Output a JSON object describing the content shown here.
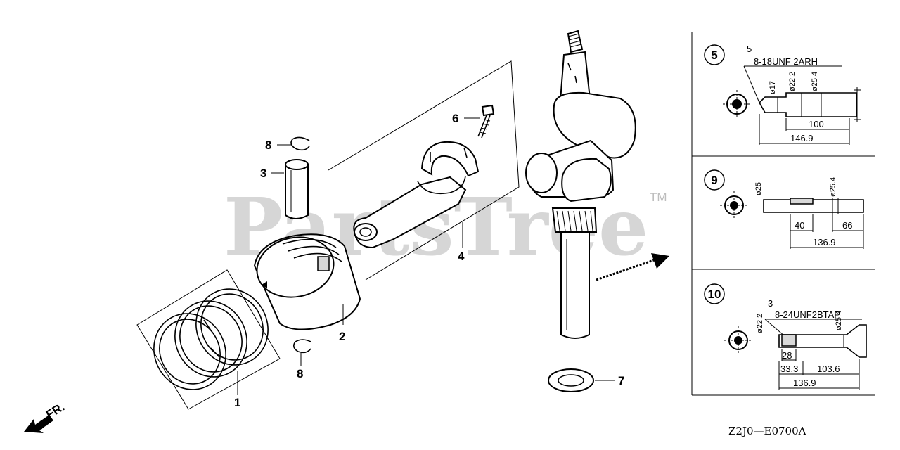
{
  "watermark": {
    "text": "PartsTree",
    "trademark": "TM"
  },
  "callouts": [
    {
      "id": "piston-ring-set",
      "label": "1"
    },
    {
      "id": "piston",
      "label": "2"
    },
    {
      "id": "piston-pin",
      "label": "3"
    },
    {
      "id": "connecting-rod-assembly",
      "label": "4"
    },
    {
      "id": "rod-bolt",
      "label": "6"
    },
    {
      "id": "washer",
      "label": "7"
    },
    {
      "id": "pin-clip-top",
      "label": "8"
    },
    {
      "id": "pin-clip-bottom",
      "label": "8"
    }
  ],
  "front_indicator": "FR.",
  "detail_panels": [
    {
      "badge": "5",
      "thread_numerator": "5",
      "thread_rest": "8-18UNF 2ARH",
      "diameters": [
        "ø17",
        "ø22.2",
        "ø25.4"
      ],
      "lengths": [
        "100",
        "146.9"
      ]
    },
    {
      "badge": "9",
      "diameters": [
        "ø25",
        "ø25.4"
      ],
      "lengths": [
        "40",
        "66",
        "136.9"
      ]
    },
    {
      "badge": "10",
      "thread_numerator": "3",
      "thread_rest": "8-24UNF2BTAP",
      "diameters": [
        "ø22.2",
        "ø25.4"
      ],
      "lengths": [
        "28",
        "33.3",
        "103.6",
        "136.9"
      ]
    }
  ],
  "drawing_code": "Z2J0—E0700A"
}
